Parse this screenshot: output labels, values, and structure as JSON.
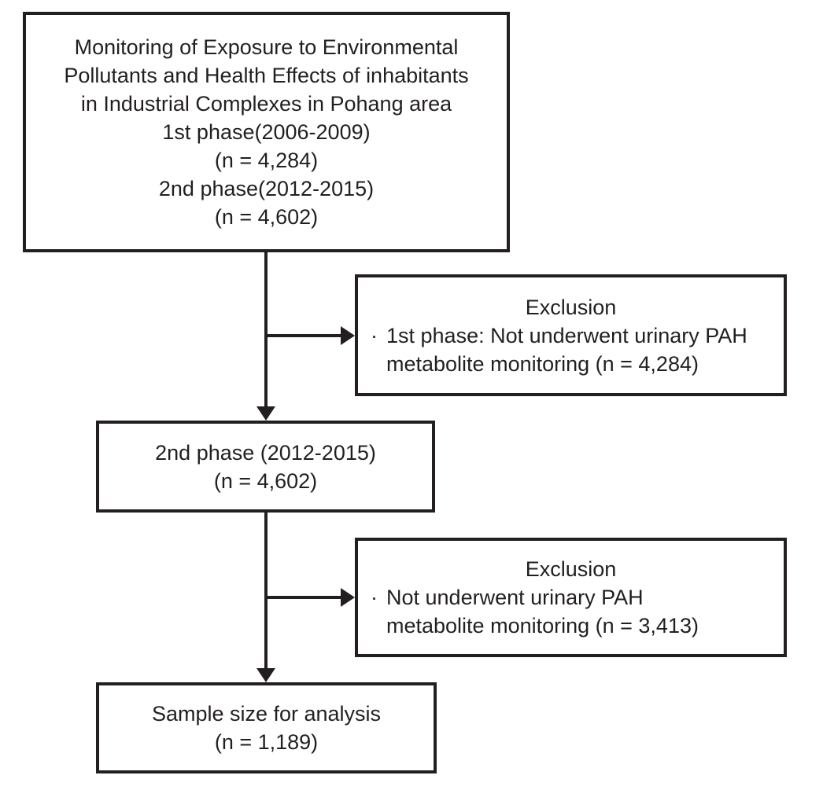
{
  "boxes": {
    "source": {
      "lines": [
        "Monitoring of Exposure to Environmental",
        "Pollutants and Health Effects of inhabitants",
        "in Industrial Complexes in Pohang area",
        "1st phase(2006-2009)",
        "(n = 4,284)",
        "2nd phase(2012-2015)",
        "(n = 4,602)"
      ]
    },
    "exclusion1": {
      "title": "Exclusion",
      "bullet": "·",
      "line1": "1st phase: Not underwent urinary PAH",
      "line2": "metabolite monitoring (n = 4,284)"
    },
    "phase2": {
      "line1": "2nd phase (2012-2015)",
      "line2": "(n = 4,602)"
    },
    "exclusion2": {
      "title": "Exclusion",
      "bullet": "·",
      "line1": "Not underwent urinary PAH",
      "line2": "metabolite monitoring (n = 3,413)"
    },
    "sample": {
      "line1": "Sample size for analysis",
      "line2": "(n = 1,189)"
    }
  },
  "colors": {
    "stroke": "#231f20",
    "text": "#231f20",
    "background": "#ffffff"
  }
}
